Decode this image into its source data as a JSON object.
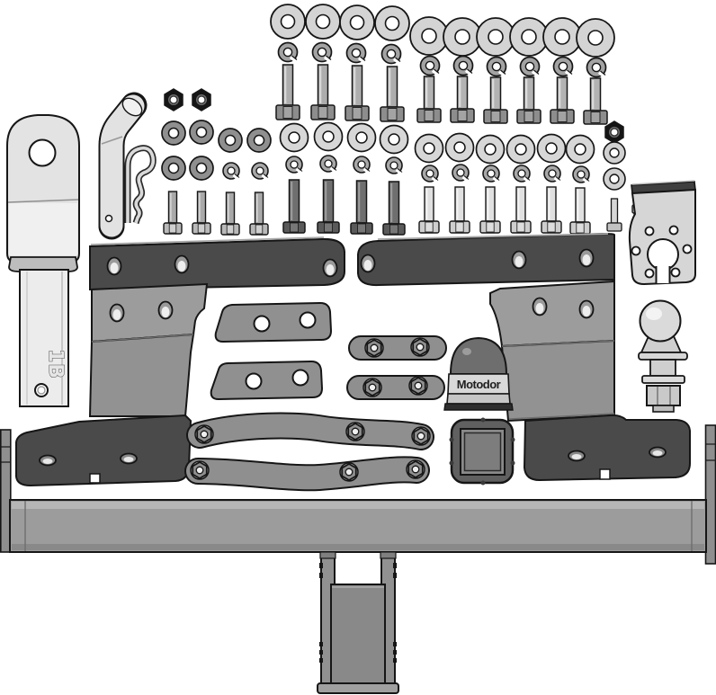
{
  "labels": {
    "shank_marking": "1B",
    "cap_brand": "Motodor"
  },
  "palette": {
    "background": "#ffffff",
    "outline": "#161616",
    "light_steel": "#e2e2e2",
    "bright_steel": "#d6d6d6",
    "mid_steel": "#9c9c9c",
    "gray_steel": "#8f8f8f",
    "dark_plate": "#4a4a4a",
    "deep_gray": "#3f3f3f",
    "black_fastener": "#151515",
    "cap_dome": "#6e6e6e",
    "cap_band": "#d8d8d8"
  },
  "parts": [
    {
      "name": "flat-washer-large",
      "qty": 10
    },
    {
      "name": "spring-washer-large",
      "qty": 10
    },
    {
      "name": "hex-bolt-long",
      "qty": 10
    },
    {
      "name": "black-hex-nut",
      "qty": 3
    },
    {
      "name": "flat-washer-medium",
      "qty": 16
    },
    {
      "name": "flat-washer-small",
      "qty": 2
    },
    {
      "name": "spring-washer-small",
      "qty": 12
    },
    {
      "name": "hex-bolt-dark-medium",
      "qty": 4
    },
    {
      "name": "hex-bolt-light-medium",
      "qty": 6
    },
    {
      "name": "hex-bolt-short",
      "qty": 4
    },
    {
      "name": "hex-bolt-small",
      "qty": 2
    },
    {
      "name": "hitch-pin",
      "qty": 1
    },
    {
      "name": "r-clip",
      "qty": 1
    },
    {
      "name": "towing-eye-shank",
      "qty": 1
    },
    {
      "name": "side-bracket-left",
      "qty": 1
    },
    {
      "name": "side-bracket-right",
      "qty": 1
    },
    {
      "name": "link-plate",
      "qty": 2
    },
    {
      "name": "nut-plate",
      "qty": 2
    },
    {
      "name": "reinforcement-strap",
      "qty": 2
    },
    {
      "name": "ball-cover-cap",
      "qty": 1
    },
    {
      "name": "socket-mounting-plate",
      "qty": 1
    },
    {
      "name": "tow-ball",
      "qty": 1
    },
    {
      "name": "receiver-tube-opening",
      "qty": 1
    },
    {
      "name": "crossmember-beam",
      "qty": 1
    },
    {
      "name": "receiver-mount-assembly",
      "qty": 1
    }
  ]
}
